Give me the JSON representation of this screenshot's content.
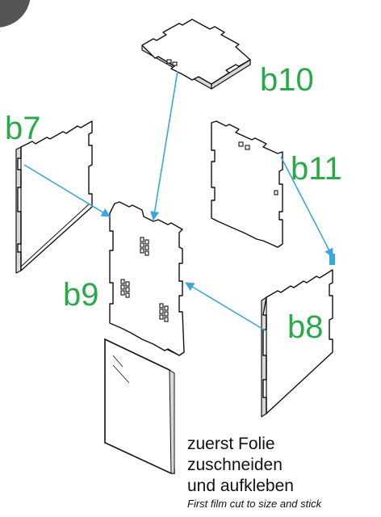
{
  "colors": {
    "label": "#2aa84a",
    "arrow": "#3aa6dc",
    "badge": "#555555"
  },
  "labels": {
    "b10": "b10",
    "b7": "b7",
    "b11": "b11",
    "b9": "b9",
    "b8": "b8"
  },
  "note": {
    "line1": "zuerst Folie",
    "line2": "zuschneiden",
    "line3": "und aufkleben",
    "english": "First film cut to size and stick"
  }
}
